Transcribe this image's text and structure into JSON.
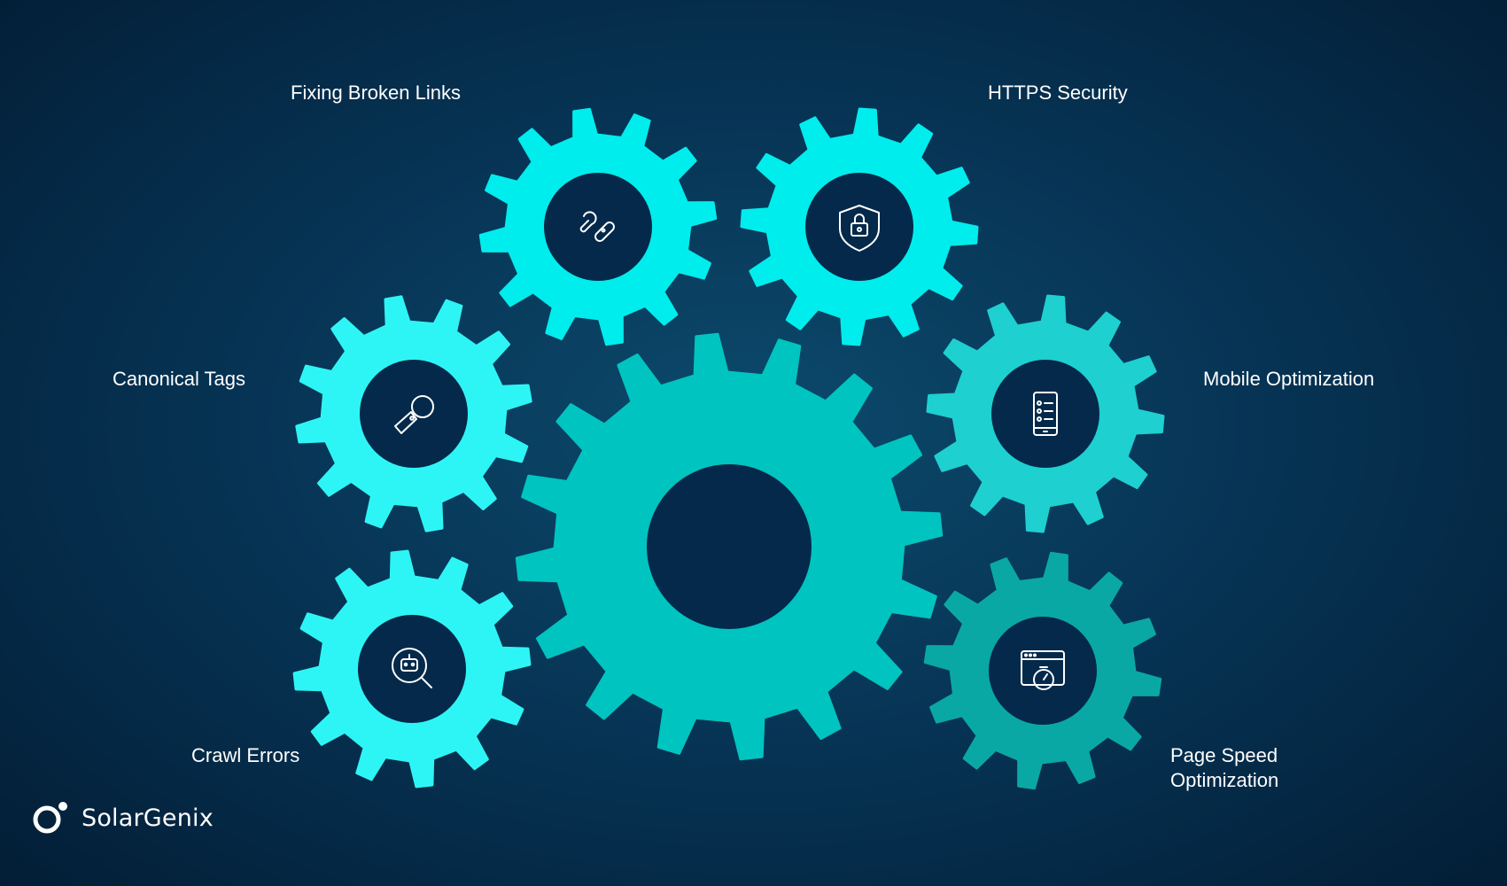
{
  "labels": {
    "fixing_broken_links": "Fixing Broken Links",
    "https_security": "HTTPS Security",
    "canonical_tags": "Canonical Tags",
    "mobile_optimization": "Mobile Optimization",
    "crawl_errors": "Crawl Errors",
    "page_speed_line1": "Page Speed",
    "page_speed_line2": "Optimization"
  },
  "brand": {
    "name": "SolarGenix"
  },
  "colors": {
    "background": "#05294a",
    "gear_bright": "#00eded",
    "gear_aqua": "#2ef5f5",
    "gear_mid": "#1ed0d0",
    "gear_main": "#00c4c0",
    "gear_dark": "#0aa8a5",
    "gear_hole": "#05294a",
    "text": "#ffffff"
  },
  "icons": {
    "fixing_broken_links": "wrench-link-icon",
    "https_security": "shield-lock-icon",
    "canonical_tags": "tag-icon",
    "mobile_optimization": "mobile-list-icon",
    "crawl_errors": "robot-search-icon",
    "page_speed": "browser-stopwatch-icon"
  }
}
